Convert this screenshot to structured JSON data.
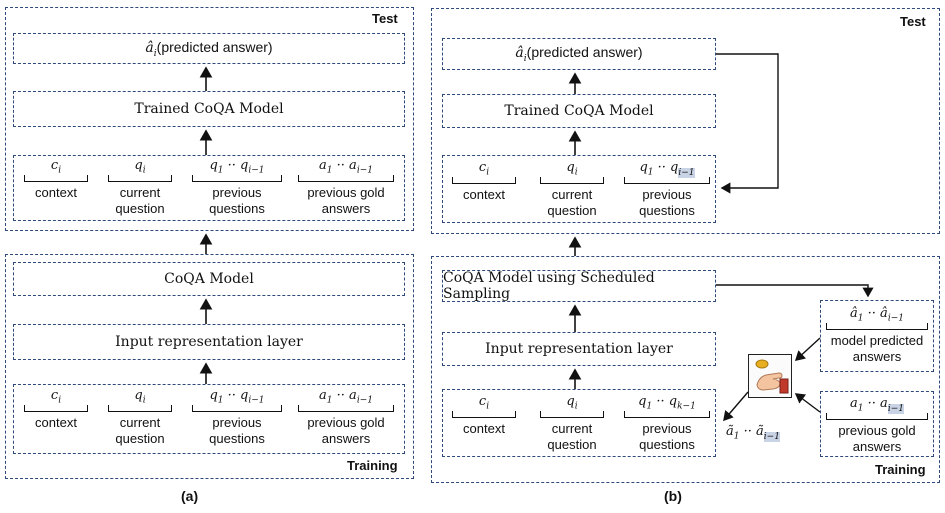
{
  "left": {
    "caption": "(a)",
    "test": {
      "label": "Test",
      "predicted": "â",
      "predicted_sub": "i",
      "predicted_text": "(predicted answer)",
      "model": "Trained CoQA Model",
      "columns": [
        {
          "math": "c",
          "sub": "i",
          "text": "context"
        },
        {
          "math": "q",
          "sub": "i",
          "text": "current question"
        },
        {
          "math": "q",
          "sub": "1",
          "mid": " ·· q",
          "sub2": "i−1",
          "text": "previous questions"
        },
        {
          "math": "a",
          "sub": "1",
          "mid": " ·· a",
          "sub2": "i−1",
          "text": "previous gold answers"
        }
      ]
    },
    "training": {
      "label": "Training",
      "model": "CoQA Model",
      "input_layer": "Input representation layer",
      "columns": [
        {
          "math": "c",
          "sub": "i",
          "text": "context"
        },
        {
          "math": "q",
          "sub": "i",
          "text": "current question"
        },
        {
          "math": "q",
          "sub": "1",
          "mid": " ·· q",
          "sub2": "i−1",
          "text": "previous questions"
        },
        {
          "math": "a",
          "sub": "1",
          "mid": " ·· a",
          "sub2": "i−1",
          "text": "previous gold answers"
        }
      ]
    }
  },
  "right": {
    "caption": "(b)",
    "test": {
      "label": "Test",
      "predicted": "â",
      "predicted_sub": "i",
      "predicted_text": "(predicted  answer)",
      "model": "Trained CoQA Model",
      "columns": [
        {
          "math": "c",
          "sub": "i",
          "text": "context"
        },
        {
          "math": "q",
          "sub": "i",
          "text": "current question"
        },
        {
          "math": "q",
          "sub": "1",
          "mid": " ·· q",
          "sub2": "i−1",
          "text": "previous questions"
        }
      ]
    },
    "training": {
      "label": "Training",
      "model": "CoQA Model using Scheduled Sampling",
      "input_layer": "Input representation layer",
      "columns": [
        {
          "math": "c",
          "sub": "i",
          "text": "context"
        },
        {
          "math": "q",
          "sub": "i",
          "text": "current question"
        },
        {
          "math": "q",
          "sub": "1",
          "mid": " ·· q",
          "sub2": "k−1",
          "text": "previous questions"
        }
      ],
      "model_predicted": {
        "math": "â",
        "sub": "1",
        "mid": " ·· â",
        "sub2": "i−1",
        "text": "model predicted answers"
      },
      "gold": {
        "math": "a",
        "sub": "1",
        "mid": " ·· a",
        "sub2": "i−1",
        "text": "previous gold answers"
      },
      "sampled": {
        "math": "ã",
        "sub": "1",
        "mid": " ·· ã",
        "sub2": "i−1"
      },
      "coin_flip_icon": "hand-flipping-coin-icon"
    }
  },
  "colors": {
    "border": "#2f4a7a",
    "highlight": "#c9d3e6"
  }
}
